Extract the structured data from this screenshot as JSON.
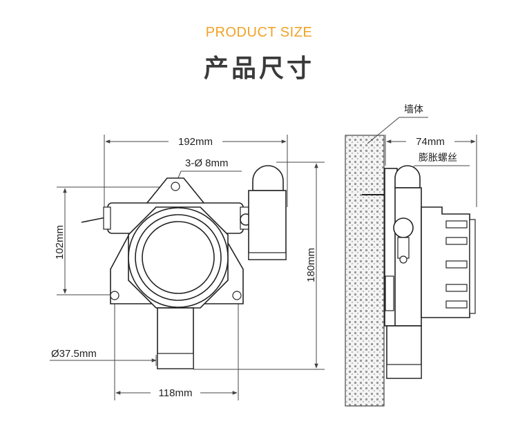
{
  "header": {
    "subtitle": "PRODUCT SIZE",
    "title": "产品尺寸"
  },
  "front_view": {
    "width_label": "192mm",
    "hole_label": "3-Ø 8mm",
    "height_label": "102mm",
    "total_height_label": "180mm",
    "sensor_diameter_label": "Ø37.5mm",
    "base_width_label": "118mm"
  },
  "side_view": {
    "wall_label": "墙体",
    "depth_label": "74mm",
    "screw_label": "膨胀螺丝"
  },
  "colors": {
    "accent": "#f0a225",
    "title": "#3a3a3a",
    "line": "#222222"
  }
}
